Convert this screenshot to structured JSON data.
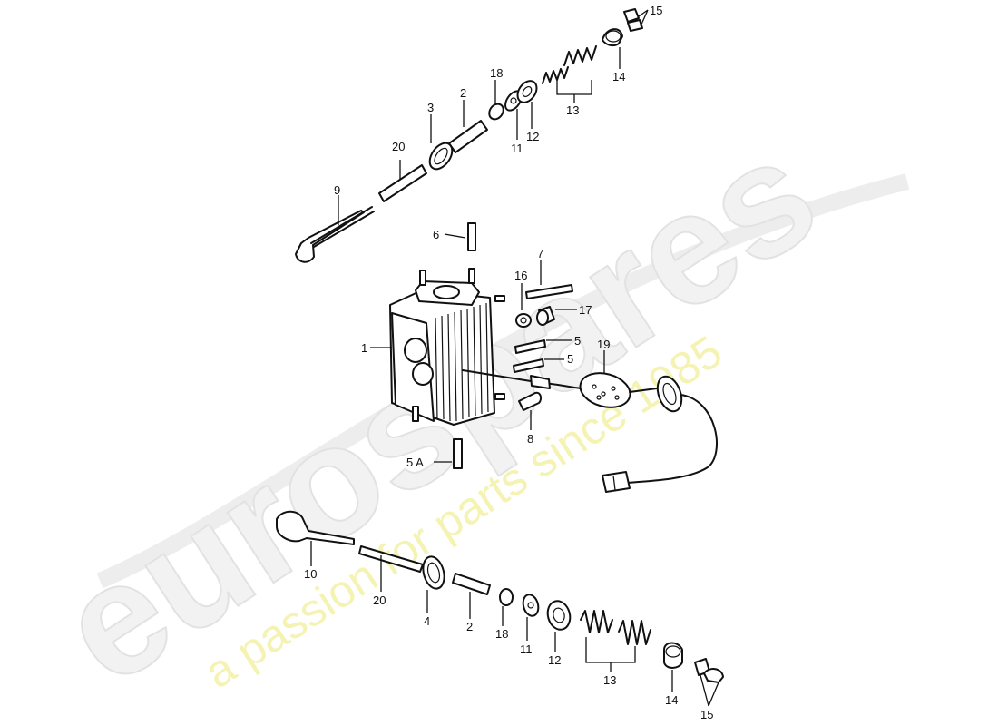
{
  "watermark": {
    "brand": "eurospares",
    "tagline": "a passion for parts since 1985"
  },
  "labels": {
    "l1": "1",
    "l2_top": "2",
    "l2_bot": "2",
    "l3": "3",
    "l4": "4",
    "l5a": "5",
    "l5b": "5",
    "l5A": "5 A",
    "l6": "6",
    "l7": "7",
    "l8": "8",
    "l9": "9",
    "l10": "10",
    "l11_top": "11",
    "l11_bot": "11",
    "l12_top": "12",
    "l12_bot": "12",
    "l13_top": "13",
    "l13_bot": "13",
    "l14_top": "14",
    "l14_bot": "14",
    "l15_top": "15",
    "l15_bot": "15",
    "l16": "16",
    "l17": "17",
    "l18_top": "18",
    "l18_bot": "18",
    "l19": "19",
    "l20_top": "20",
    "l20_bot": "20"
  }
}
